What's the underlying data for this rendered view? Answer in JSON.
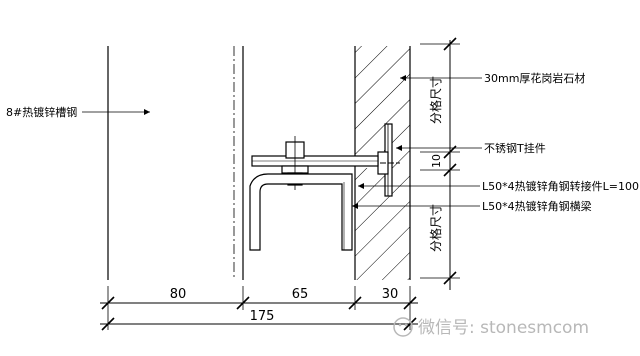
{
  "labels": {
    "channel_steel": "8#热镀锌槽钢",
    "granite": "30mm厚花岗岩石材",
    "t_hanger": "不锈钢T挂件",
    "angle_connector": "L50*4热镀锌角钢转接件L=100",
    "angle_beam": "L50*4热镀锌角钢横梁",
    "panel_size_upper": "分格尺寸",
    "panel_size_lower": "分格尺寸",
    "joint_gap": "10"
  },
  "dimensions": {
    "d1": "80",
    "d2": "65",
    "d3": "30",
    "total": "175"
  },
  "watermark": {
    "text": "微信号: stonesmcom"
  },
  "colors": {
    "line": "#000000",
    "watermark": "#b8b8b8"
  }
}
